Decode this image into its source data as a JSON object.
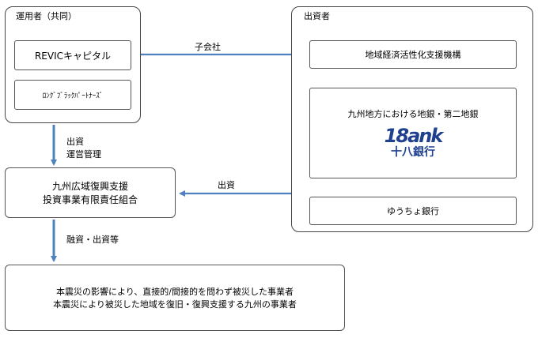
{
  "operator_group": {
    "title": "運用者（共同）",
    "item1": "REVICキャピタル",
    "item2": "ﾛﾝｸﾞﾌﾞﾗｯｸﾊﾟｰﾄﾅｰｽﾞ"
  },
  "investor_group": {
    "title": "出資者",
    "item1": "地域経済活性化支援機構",
    "item2": "九州地方における地銀・第二地銀",
    "logo_mark": "18ank",
    "logo_name": "十八銀行",
    "item3": "ゆうちょ銀行"
  },
  "fund": {
    "line1": "九州広域復興支援",
    "line2": "投資事業有限責任組合"
  },
  "beneficiaries": {
    "line1": "本震災の影響により、直接的/間接的を問わず被災した事業者",
    "line2": "本震災により被災した地域を復旧・復興支援する九州の事業者"
  },
  "arrow_labels": {
    "subsidiary": "子会社",
    "investment_management_1": "出資",
    "investment_management_2": "運営管理",
    "investment": "出資",
    "financing": "融資・出資等"
  },
  "colors": {
    "arrow": "#4f81bd",
    "logo": "#1f3f8f"
  }
}
